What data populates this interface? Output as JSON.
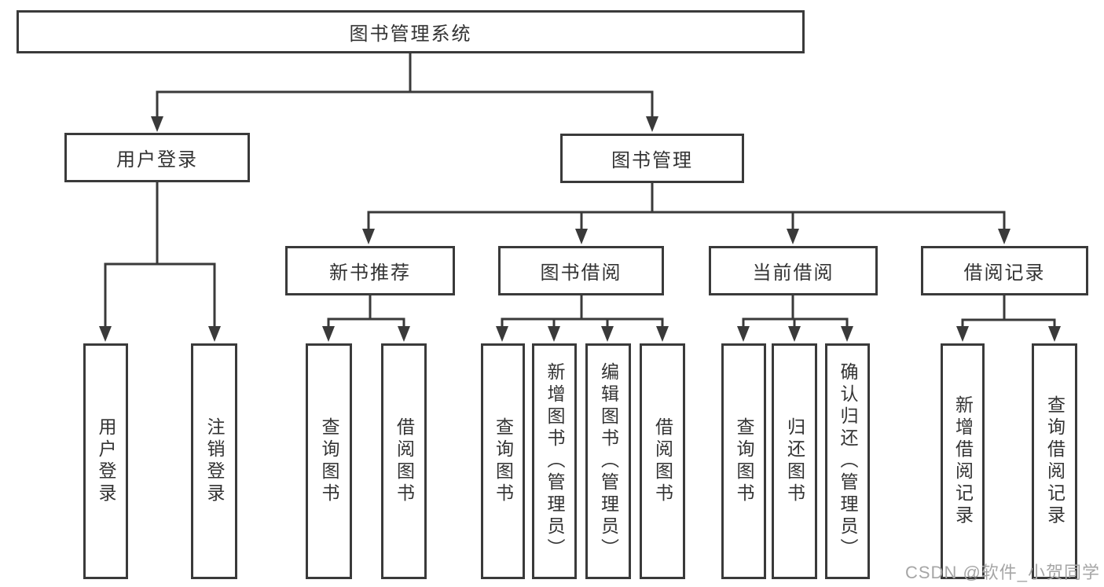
{
  "tree": {
    "label": "图书管理系统",
    "children": [
      {
        "label": "用户登录",
        "children": [
          {
            "label": "用户登录"
          },
          {
            "label": "注销登录"
          }
        ]
      },
      {
        "label": "图书管理",
        "children": [
          {
            "label": "新书推荐",
            "children": [
              {
                "label": "查询图书"
              },
              {
                "label": "借阅图书"
              }
            ]
          },
          {
            "label": "图书借阅",
            "children": [
              {
                "label": "查询图书"
              },
              {
                "label": "新增图书（管理员）"
              },
              {
                "label": "编辑图书（管理员）"
              },
              {
                "label": "借阅图书"
              }
            ]
          },
          {
            "label": "当前借阅",
            "children": [
              {
                "label": "查询图书"
              },
              {
                "label": "归还图书"
              },
              {
                "label": "确认归还（管理员）"
              }
            ]
          },
          {
            "label": "借阅记录",
            "children": [
              {
                "label": "新增借阅记录"
              },
              {
                "label": "查询借阅记录"
              }
            ]
          }
        ]
      }
    ]
  },
  "watermark": "CSDN @软件_小贺同学",
  "colors": {
    "line": "#3a3a3a",
    "box_border": "#3a3a3a",
    "text": "#333333",
    "background": "#ffffff",
    "watermark": "#a6a6a6"
  }
}
